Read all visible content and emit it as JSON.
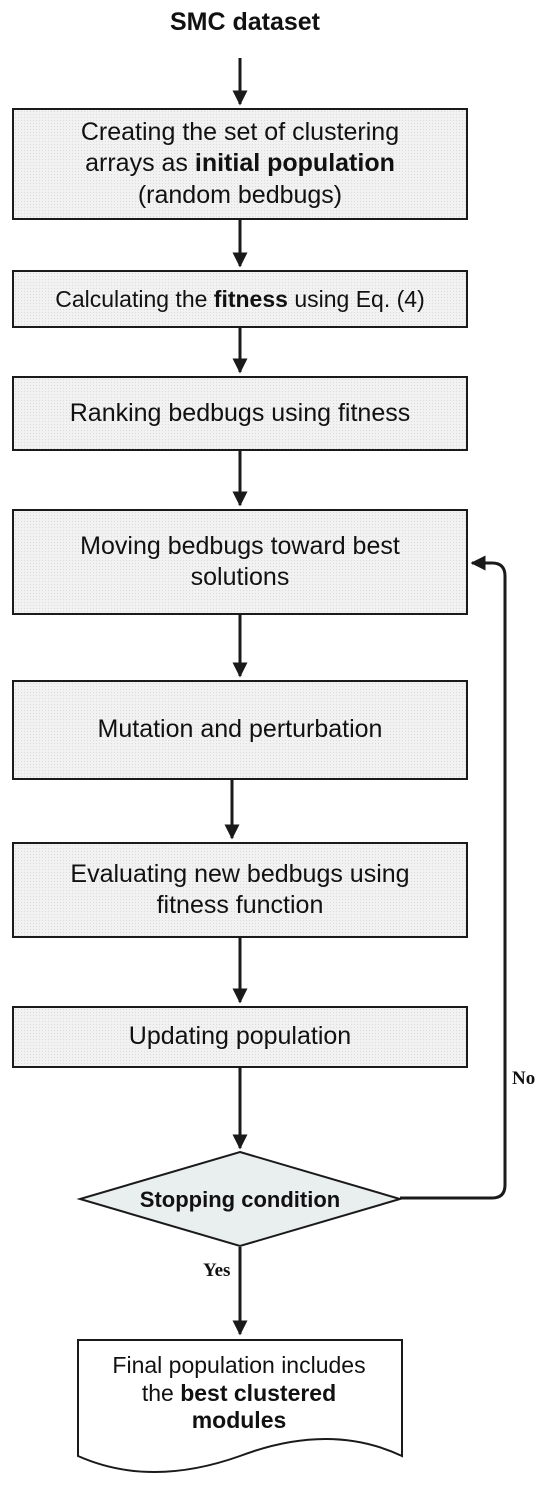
{
  "title": "SMC dataset",
  "steps": {
    "init": {
      "line1": "Creating the set of clustering",
      "line2_pre": "arrays as ",
      "line2_bold": "initial population",
      "line3": "(random bedbugs)"
    },
    "fitness": {
      "pre": "Calculating the ",
      "bold": "fitness",
      "post": " using Eq. (4)"
    },
    "rank": {
      "text": "Ranking bedbugs using fitness"
    },
    "move": {
      "line1": "Moving bedbugs toward best",
      "line2": "solutions"
    },
    "mutate": {
      "text": "Mutation and perturbation"
    },
    "evaluate": {
      "line1": "Evaluating new bedbugs using",
      "line2": "fitness function"
    },
    "update": {
      "text": "Updating population"
    }
  },
  "decision": {
    "text": "Stopping condition",
    "no_label": "No",
    "yes_label": "Yes"
  },
  "final": {
    "line1": "Final population includes",
    "line2_pre": "the ",
    "line2_bold": "best clustered",
    "line3_bold": "modules"
  },
  "colors": {
    "stroke": "#1a1a1a",
    "fill": "#f2f2f2",
    "text": "#111111"
  }
}
